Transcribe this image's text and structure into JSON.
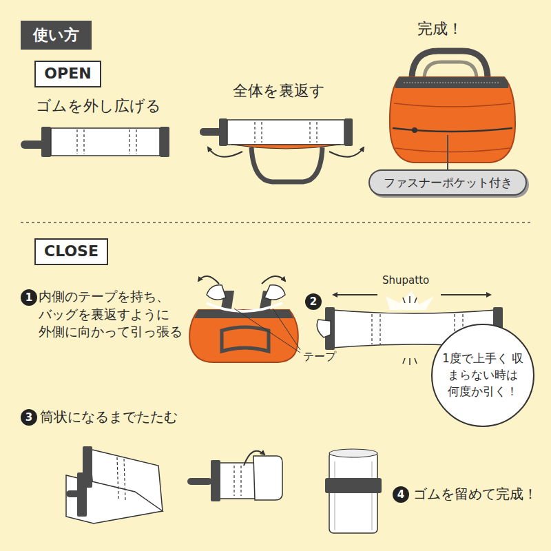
{
  "diagram": {
    "title": "使い方",
    "nodes": [
      {
        "text": [
          "OPEN"
        ]
      },
      {
        "text": [
          "ファスナーポケット付き"
        ]
      },
      {
        "text": [
          "CLOSE"
        ]
      },
      {
        "text": [
          "1"
        ]
      },
      {
        "text": [
          "2"
        ]
      },
      {
        "text": [
          "1度で上手く 収まらない時は 何度か引く！"
        ]
      },
      {
        "text": [
          "3"
        ]
      },
      {
        "text": [
          "4"
        ]
      }
    ],
    "labels": [
      "ゴムを外し広げる",
      "全体を裏返す",
      "完成！",
      "内側のテープを持ち、 バッグを裏返すように 外側に向かって引っ張る",
      "Shupatto",
      "テープ",
      "筒状になるまでたたむ",
      "ゴムを留めて完成！"
    ]
  }
}
